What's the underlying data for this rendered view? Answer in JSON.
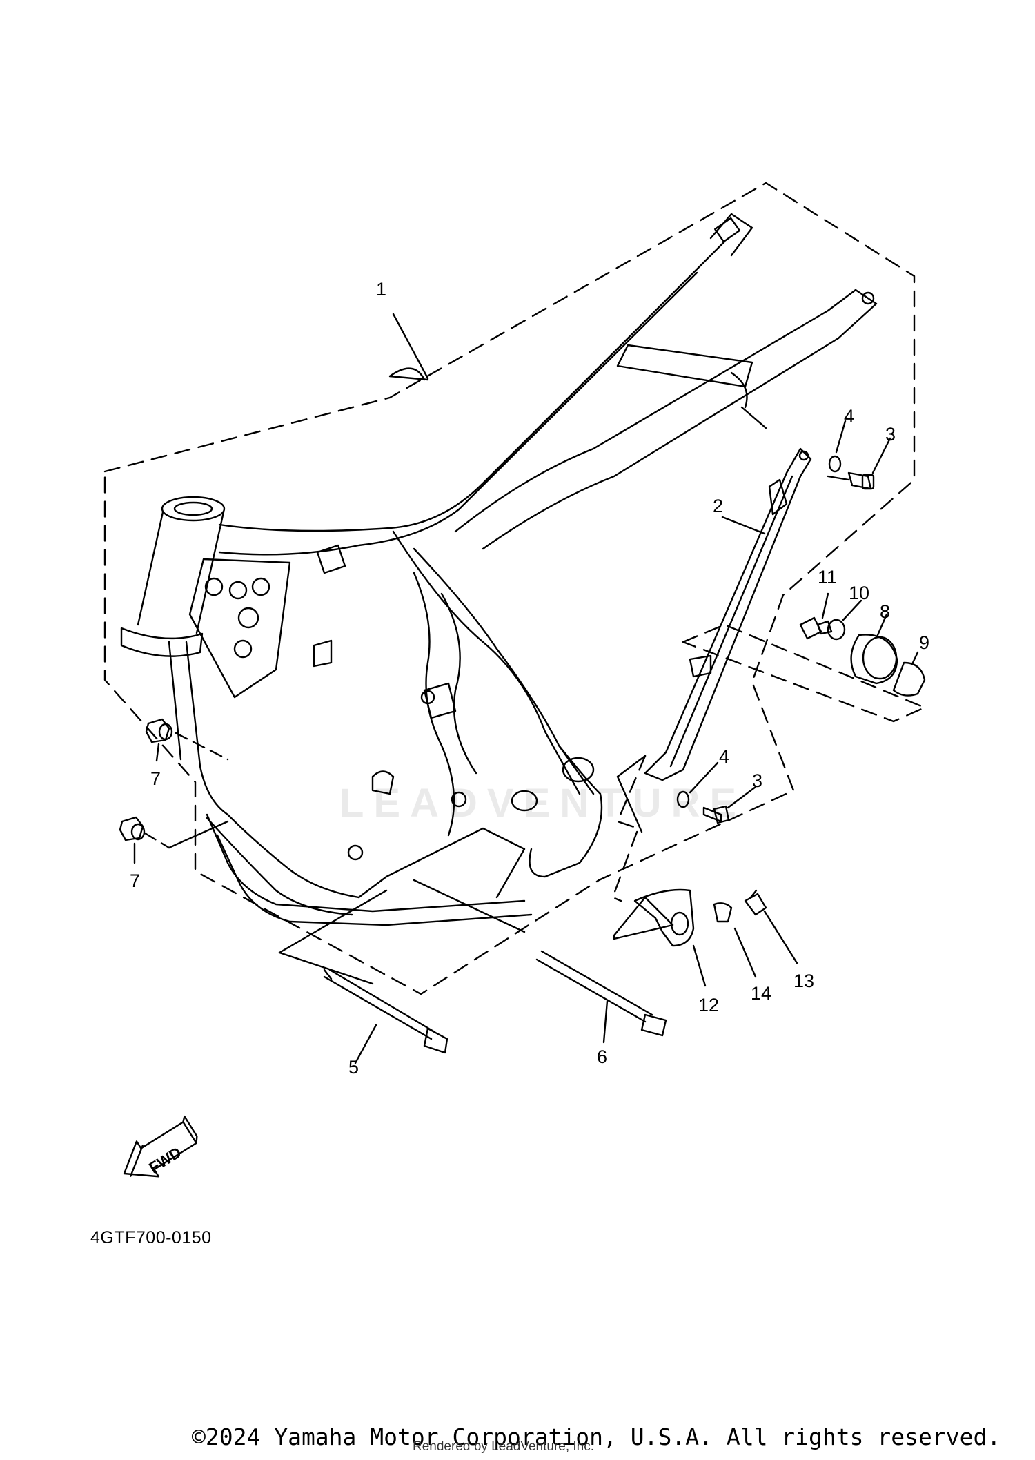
{
  "diagram": {
    "callouts": [
      "1",
      "2",
      "3",
      "3",
      "4",
      "4",
      "5",
      "6",
      "7",
      "7",
      "8",
      "9",
      "10",
      "11",
      "12",
      "13",
      "14"
    ],
    "fwd_label": "FWD",
    "diagram_code": "4GTF700-0150",
    "watermark": "LEADVENTURE"
  },
  "footer": {
    "copyright": "©2024 Yamaha Motor Corporation, U.S.A. All rights reserved.",
    "rendered_by": "Rendered by LeadVenture, Inc."
  }
}
